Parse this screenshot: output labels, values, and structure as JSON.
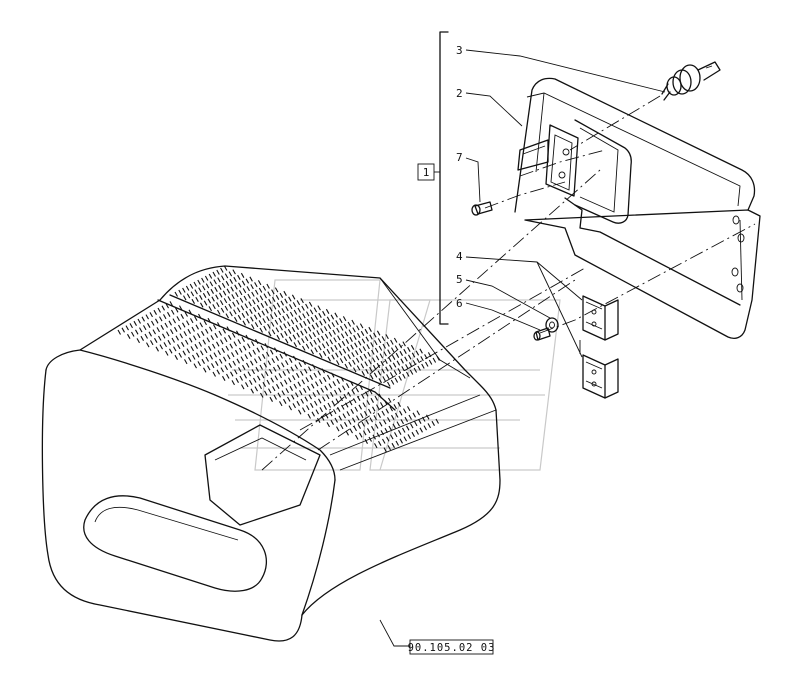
{
  "diagram": {
    "group_label": "1",
    "callouts": [
      {
        "id": "3",
        "label": "3"
      },
      {
        "id": "2",
        "label": "2"
      },
      {
        "id": "7",
        "label": "7"
      },
      {
        "id": "4",
        "label": "4"
      },
      {
        "id": "5",
        "label": "5"
      },
      {
        "id": "6",
        "label": "6"
      }
    ],
    "reference_code": "90.105.02 03",
    "colors": {
      "line": "#111111",
      "background": "#ffffff",
      "watermark": "#c9c9c9"
    }
  }
}
